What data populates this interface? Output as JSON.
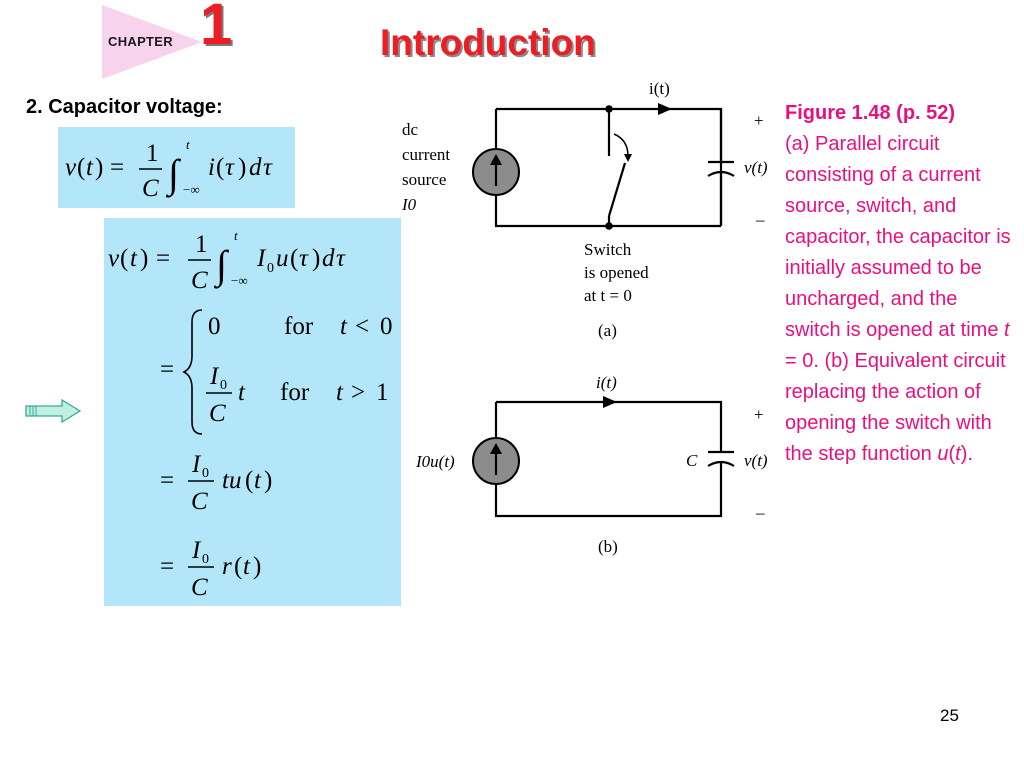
{
  "header": {
    "chapter_label": "CHAPTER",
    "chapter_number": "1",
    "title": "Introduction"
  },
  "section_heading": "2. Capacitor voltage:",
  "figure_caption": {
    "label": "Figure 1.48  (p. 52)",
    "text_a": "(a) Parallel circuit consisting of a current source, switch, and capacitor, the capacitor is initially assumed to be uncharged, and the switch is opened at time ",
    "t_symbol": "t",
    "text_b": " = 0. (b) Equivalent circuit replacing the action of opening the switch with the step function ",
    "u_symbol": "u",
    "text_c": "(",
    "t_symbol_2": "t",
    "text_d": ")."
  },
  "circuit_a": {
    "current_label": "i(t)",
    "source_label_lines": [
      "dc",
      "current",
      "source",
      "I0"
    ],
    "switch_label_lines": [
      "Switch",
      "is opened",
      "at t = 0"
    ],
    "voltage_label": "v(t)",
    "plus": "+",
    "minus": "–",
    "panel_label": "(a)"
  },
  "circuit_b": {
    "current_label": "i(t)",
    "source_label": "I0u(t)",
    "capacitor_label": "C",
    "voltage_label": "v(t)",
    "plus": "+",
    "minus": "–",
    "panel_label": "(b)"
  },
  "slide_number": "25",
  "colors": {
    "title_red": "#ee1c25",
    "caption_magenta": "#e8107e",
    "equation_box": "#b3e6f8",
    "chapter_tab": "#f7d3ee",
    "arrow_fill": "#bff0e0",
    "arrow_stroke": "#3aa7a0",
    "source_fill": "#8c8c8c"
  }
}
